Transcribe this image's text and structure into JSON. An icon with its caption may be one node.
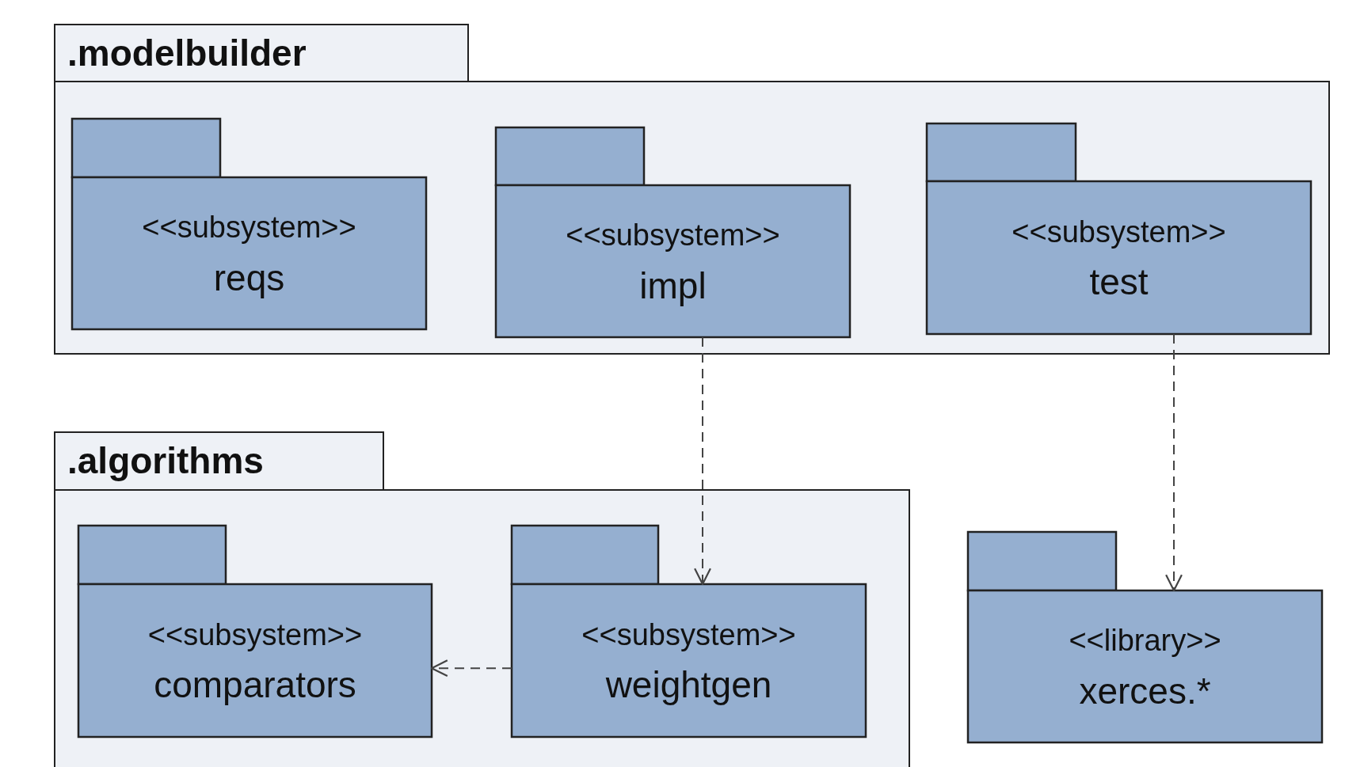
{
  "diagram": {
    "nodes": [
      {
        "text": [
          ".modelbuilder"
        ]
      },
      {
        "text": [
          "<<subsystem>>",
          "reqs"
        ],
        "in": 0
      },
      {
        "text": [
          "<<subsystem>>",
          "impl"
        ],
        "in": 0
      },
      {
        "text": [
          "<<subsystem>>",
          "test"
        ],
        "in": 0
      },
      {
        "text": [
          ".algorithms"
        ]
      },
      {
        "text": [
          "<<subsystem>>",
          "comparators"
        ],
        "in": 4
      },
      {
        "text": [
          "<<subsystem>>",
          "weightgen"
        ],
        "in": 4
      },
      {
        "text": [
          "<<library>>",
          "xerces.*"
        ]
      }
    ],
    "edges": [
      {
        "from": 2,
        "to": 6,
        "arrow": "to",
        "style": "dashed"
      },
      {
        "from": 3,
        "to": 7,
        "arrow": "to",
        "style": "dashed"
      },
      {
        "from": 6,
        "to": 5,
        "arrow": "to",
        "style": "dashed"
      }
    ]
  }
}
